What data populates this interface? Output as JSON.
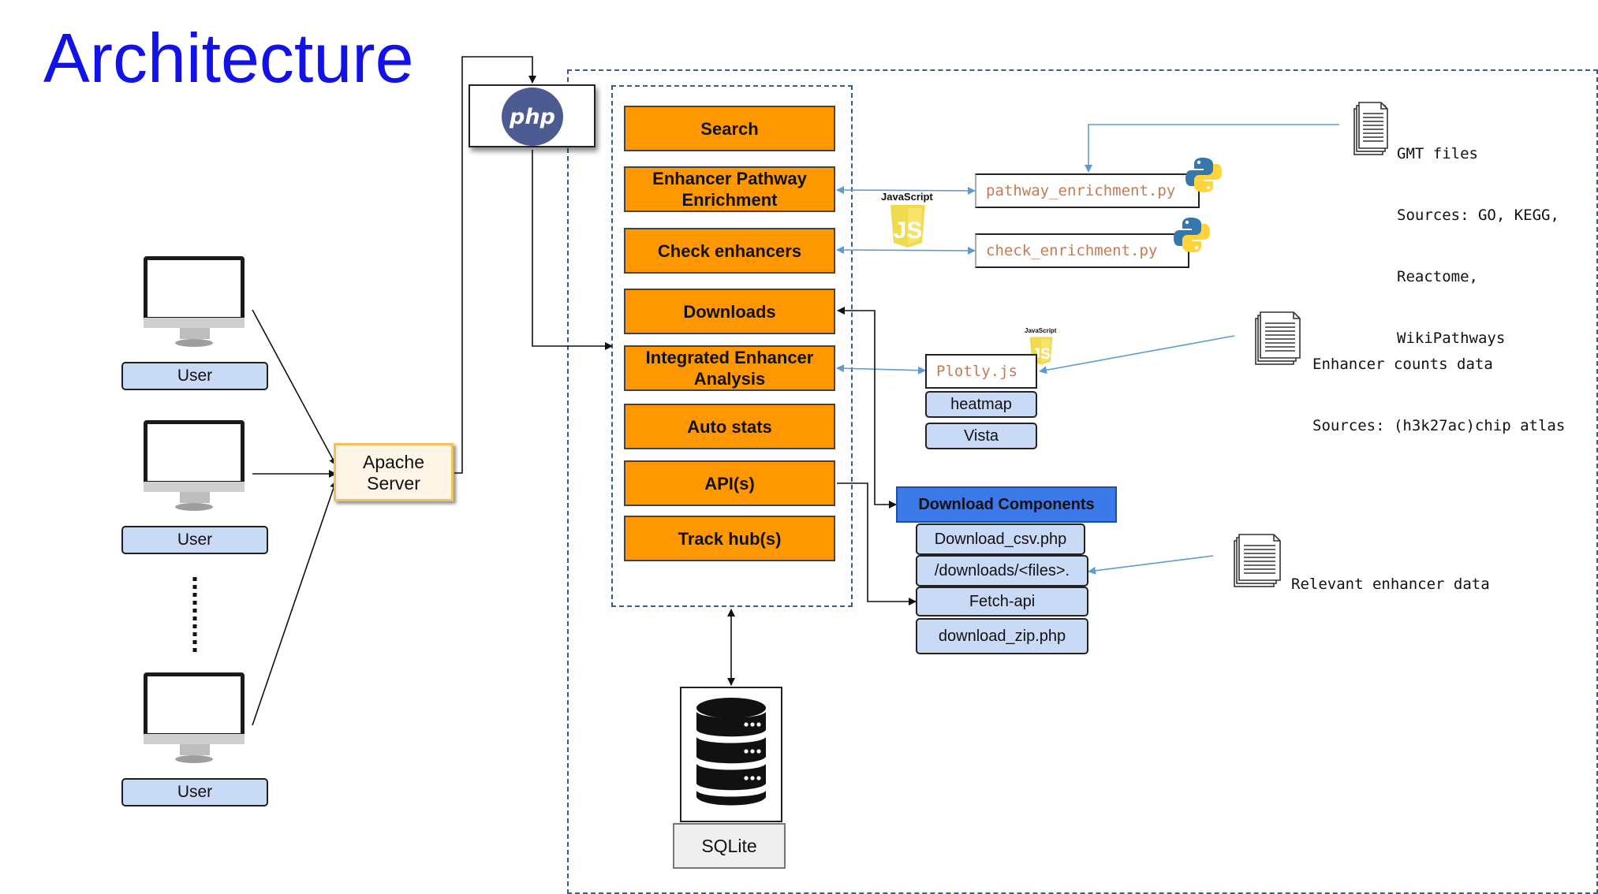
{
  "title": "Architecture",
  "users": [
    {
      "label": "User"
    },
    {
      "label": "User"
    },
    {
      "label": "User"
    }
  ],
  "apache": {
    "line1": "Apache",
    "line2": "Server"
  },
  "php": {
    "logo_text": "php"
  },
  "components": [
    {
      "line1": "Search",
      "line2": ""
    },
    {
      "line1": "Enhancer  Pathway",
      "line2": "Enrichment"
    },
    {
      "line1": "Check enhancers",
      "line2": ""
    },
    {
      "line1": "Downloads",
      "line2": ""
    },
    {
      "line1": "Integrated Enhancer",
      "line2": "Analysis"
    },
    {
      "line1": "Auto stats",
      "line2": ""
    },
    {
      "line1": "API(s)",
      "line2": ""
    },
    {
      "line1": "Track hub(s)",
      "line2": ""
    }
  ],
  "scripts": {
    "pathway": "pathway_enrichment.py",
    "check": "check_enrichment.py",
    "plotly": "Plotly.js"
  },
  "js_badge": {
    "label": "JavaScript",
    "mark": "JS"
  },
  "plotly_items": [
    "heatmap",
    "Vista"
  ],
  "download_components": {
    "title": "Download Components",
    "items": [
      "Download_csv.php",
      "/downloads/<files>.",
      "Fetch-api",
      "download_zip.php"
    ]
  },
  "notes": {
    "gmt": [
      "GMT files",
      "Sources: GO, KEGG,",
      "Reactome,",
      "WikiPathways"
    ],
    "counts": [
      "Enhancer counts data",
      "Sources: (h3k27ac)chip atlas"
    ],
    "relevant": [
      "Relevant enhancer data"
    ]
  },
  "db": {
    "label": "SQLite"
  },
  "colors": {
    "title": "#1212e8",
    "component_fill": "#ff9800",
    "light_blue": "#c9daf7",
    "download_header": "#3b78e8",
    "arrow_blue": "#5b9bd5",
    "dashed_border": "#3d5f86",
    "code_text": "#c87a55"
  },
  "icons": [
    "monitor-icon",
    "php-logo-icon",
    "python-logo-icon",
    "javascript-logo-icon",
    "document-stack-icon",
    "database-icon"
  ]
}
